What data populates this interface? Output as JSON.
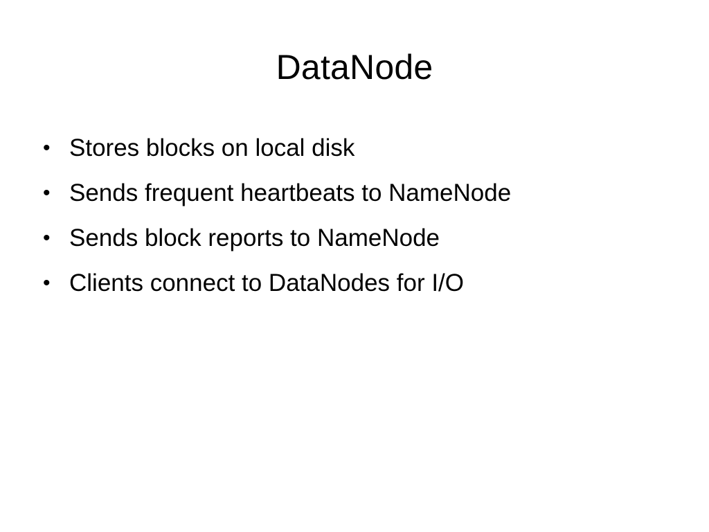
{
  "slide": {
    "title": "DataNode",
    "bullet_symbol": "•",
    "bullets": [
      "Stores blocks on local disk",
      "Sends frequent heartbeats to NameNode",
      "Sends block reports to NameNode",
      "Clients connect to DataNodes for I/O"
    ]
  },
  "colors": {
    "background": "#ffffff",
    "text": "#000000"
  }
}
